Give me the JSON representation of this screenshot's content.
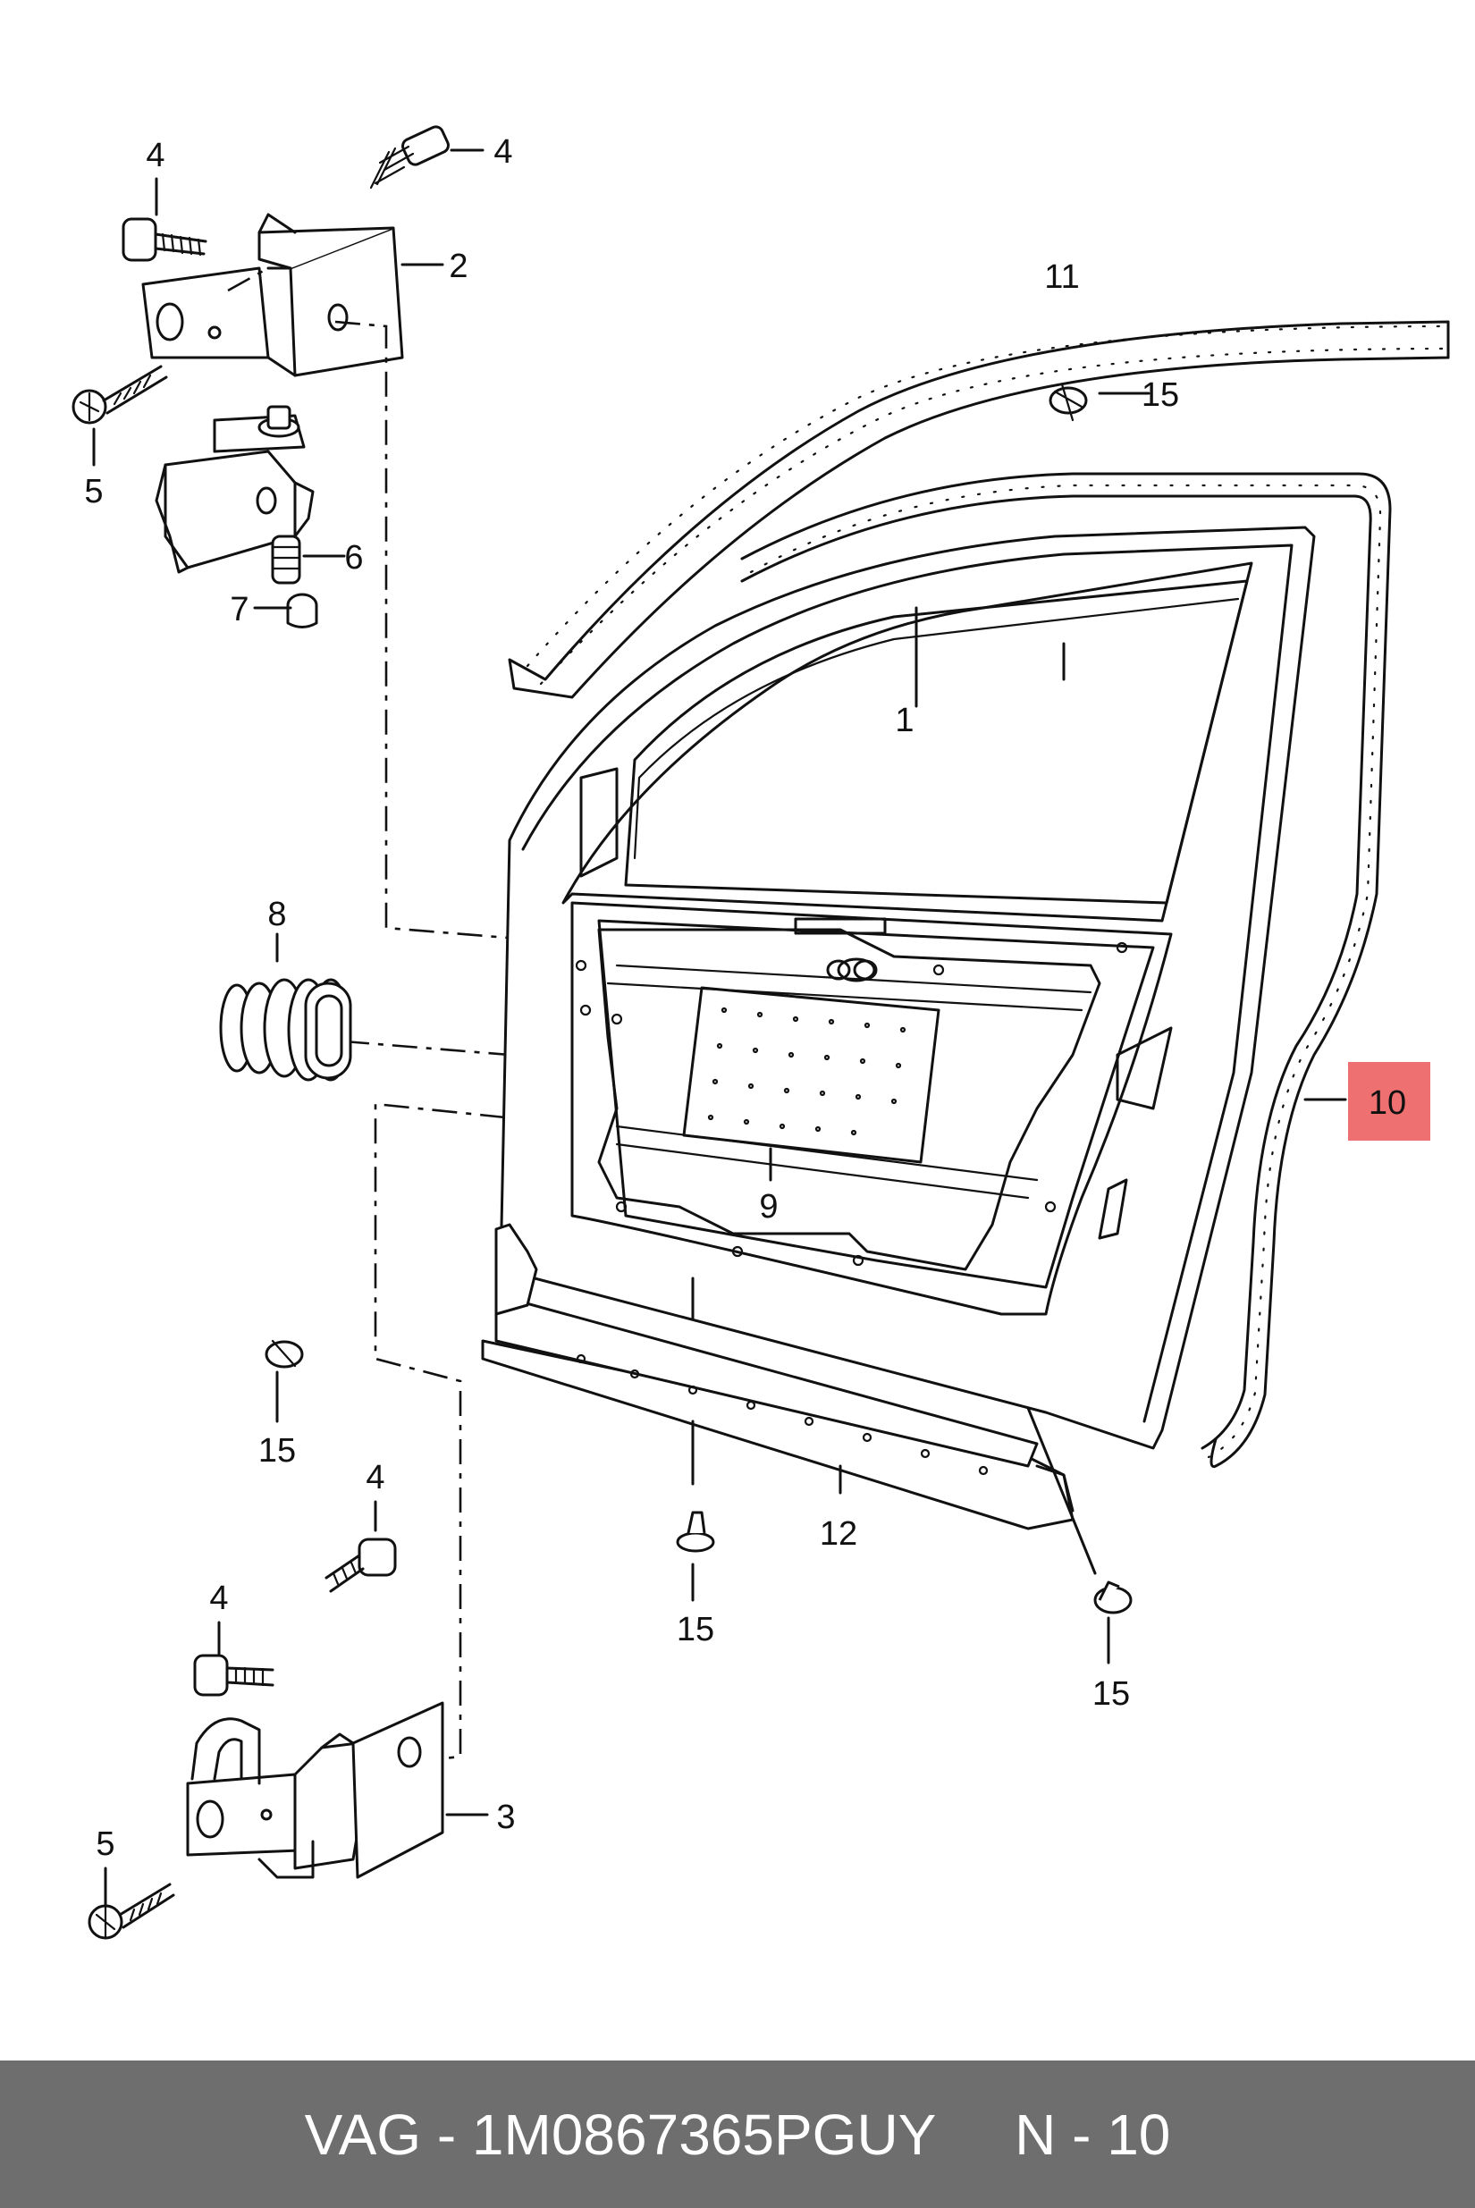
{
  "callouts": [
    {
      "id": "c1",
      "text": "1"
    },
    {
      "id": "c2",
      "text": "2"
    },
    {
      "id": "c3",
      "text": "3"
    },
    {
      "id": "c4a",
      "text": "4"
    },
    {
      "id": "c4b",
      "text": "4"
    },
    {
      "id": "c4c",
      "text": "4"
    },
    {
      "id": "c4d",
      "text": "4"
    },
    {
      "id": "c5a",
      "text": "5"
    },
    {
      "id": "c5b",
      "text": "5"
    },
    {
      "id": "c6",
      "text": "6"
    },
    {
      "id": "c7",
      "text": "7"
    },
    {
      "id": "c8",
      "text": "8"
    },
    {
      "id": "c9",
      "text": "9"
    },
    {
      "id": "c10",
      "text": "10",
      "highlighted": true
    },
    {
      "id": "c11",
      "text": "11"
    },
    {
      "id": "c12",
      "text": "12"
    },
    {
      "id": "c15a",
      "text": "15"
    },
    {
      "id": "c15b",
      "text": "15"
    },
    {
      "id": "c15c",
      "text": "15"
    },
    {
      "id": "c15d",
      "text": "15"
    }
  ],
  "highlight_color": "#ef7070",
  "footer": {
    "text": "VAG - 1M0867365PGUY     N - 10",
    "background": "#6e6e6e"
  }
}
